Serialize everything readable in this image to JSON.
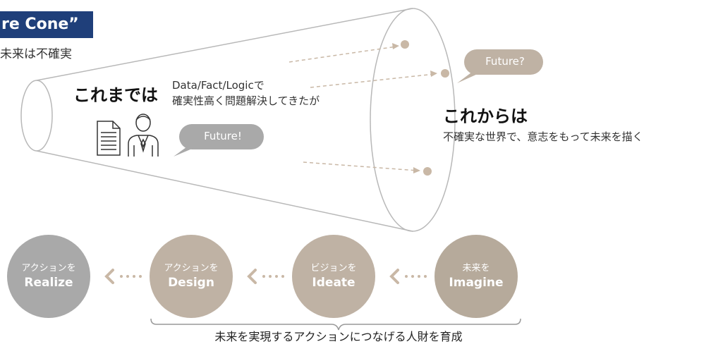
{
  "title_badge": "re Cone”",
  "subtitle": "未来は不確実",
  "past": {
    "heading": "これまでは",
    "line1": "Data/Fact/Logicで",
    "line2": "確実性高く問題解決してきたが",
    "bubble": "Future!"
  },
  "future": {
    "heading": "これからは",
    "description": "不確実な世界で、意志をもって未来を描く",
    "bubble": "Future?"
  },
  "steps": [
    {
      "top": "アクションを",
      "bottom": "Realize"
    },
    {
      "top": "アクションを",
      "bottom": "Design"
    },
    {
      "top": "ビジョンを",
      "bottom": "Ideate"
    },
    {
      "top": "未来を",
      "bottom": "Imagine"
    }
  ],
  "bottom_caption": "未来を実現するアクションにつなげる人財を育成",
  "colors": {
    "badge": "#1f3f7a",
    "bubble_gray": "#a9a9a9",
    "bubble_beige": "#bfb2a4",
    "cone_line": "#b8b8b8",
    "arrow": "#c9b8a6"
  }
}
